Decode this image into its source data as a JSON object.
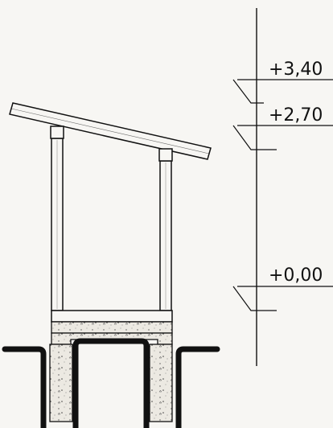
{
  "drawing": {
    "type": "building cross-section with elevation markers",
    "line_color": "#111111",
    "paper_color": "#f7f6f3",
    "concrete_fill": "#ece9e2"
  },
  "levels": [
    {
      "label": "+3,40"
    },
    {
      "label": "+2,70"
    },
    {
      "label": "+0,00"
    }
  ]
}
